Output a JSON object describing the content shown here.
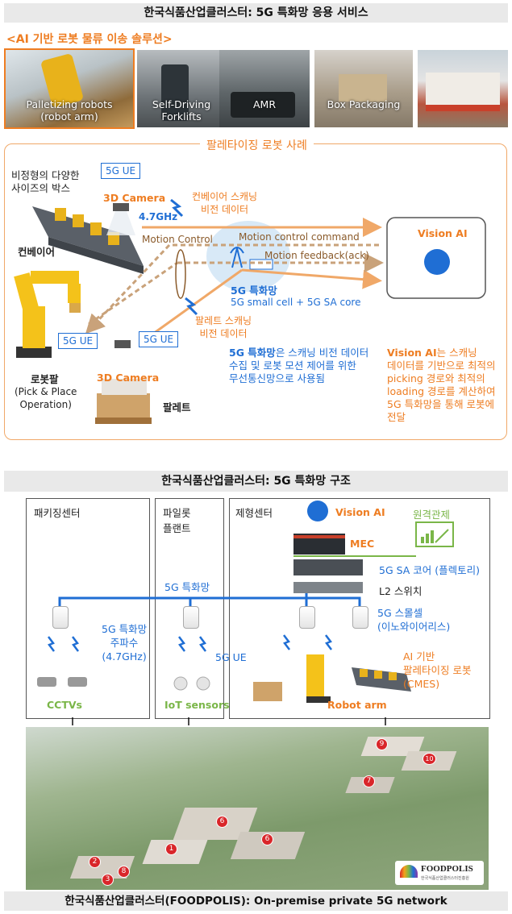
{
  "top": {
    "title": "한국식품산업클러스터: 5G 특화망 응용 서비스",
    "subtitle": "<AI 기반 로봇 물류 이송 솔루션>",
    "photos": [
      {
        "label_line1": "Palletizing robots",
        "label_line2": "(robot arm)"
      },
      {
        "label_line1": "Self-Driving",
        "label_line2": "Forklifts"
      },
      {
        "label_line1": "AMR",
        "label_line2": ""
      },
      {
        "label_line1": "Box Packaging",
        "label_line2": ""
      },
      {
        "label_line1": "",
        "label_line2": ""
      }
    ]
  },
  "case": {
    "title": "팔레타이징 로봇 사례",
    "box_text_line1": "비정형의 다양한",
    "box_text_line2": "사이즈의 박스",
    "ue_top": "5G UE",
    "camera_top": "3D Camera",
    "freq": "4.7GHz",
    "conveyor": "컨베이어",
    "conveyor_scan_line1": "컨베이어 스캐닝",
    "conveyor_scan_line2": "비전 데이터",
    "motion_control": "Motion Control",
    "motion_command": "Motion control command",
    "motion_feedback": "Motion feedback(ack)",
    "vision_ai": "Vision AI",
    "net_title": "5G 특화망",
    "net_sub": "5G small cell + 5G SA core",
    "ue_left": "5G UE",
    "ue_mid": "5G UE",
    "pallet_scan_line1": "팔레트 스캐닝",
    "pallet_scan_line2": "비전 데이터",
    "robot_arm": "로봇팔",
    "robot_arm_desc_line1": "(Pick & Place",
    "robot_arm_desc_line2": "Operation)",
    "camera_bottom": "3D Camera",
    "pallet": "팔레트",
    "desc_bold": "5G 특화망",
    "desc_rest_line1": "은 스캐닝 비전 데이터",
    "desc_line2": "수집 및 로봇 모션 제어를 위한",
    "desc_line3": "무선통신망으로 사용됨",
    "ai_bold": "Vision AI",
    "ai_rest_line1": "는 스캐닝",
    "ai_line2": "데이터를 기반으로 최적의",
    "ai_line3": "picking 경로와 최적의",
    "ai_line4": "loading 경로를 계산하여",
    "ai_line5": "5G 특화망을 통해 로봇에",
    "ai_line6": "전달"
  },
  "structure": {
    "title": "한국식품산업클러스터: 5G 특화망 구조",
    "panel_packaging": "패키징센터",
    "panel_pilot_line1": "파일롯",
    "panel_pilot_line2": "플랜트",
    "panel_forming": "제형센터",
    "vision_ai": "Vision AI",
    "mec": "MEC",
    "remote": "원격관제",
    "sa_core": "5G SA 코어 (플렉토리)",
    "l2": "L2 스위치",
    "net": "5G 특화망",
    "small_cell_line1": "5G 스몰셀",
    "small_cell_line2": "(이노와이어리스)",
    "freq_line1": "5G 특화망",
    "freq_line2": "주파수",
    "freq_line3": "(4.7GHz)",
    "ue": "5G UE",
    "ai_robot_line1": "AI 기반",
    "ai_robot_line2": "팔레타이징 로봇",
    "ai_robot_line3": "(CMES)",
    "cctv": "CCTVs",
    "iot": "IoT sensors",
    "robot_arm": "Robot arm"
  },
  "campus": {
    "logo": "FOODPOLIS",
    "logo_sub": "한국식품산업클러스터진흥원",
    "markers": [
      "1",
      "2",
      "3",
      "6",
      "6",
      "7",
      "8",
      "9",
      "10"
    ],
    "caption": "한국식품산업클러스터(FOODPOLIS): On-premise private 5G network"
  },
  "colors": {
    "orange": "#ee7d22",
    "blue": "#1f6ed4",
    "green": "#7ab648",
    "marker": "#d9262a"
  }
}
